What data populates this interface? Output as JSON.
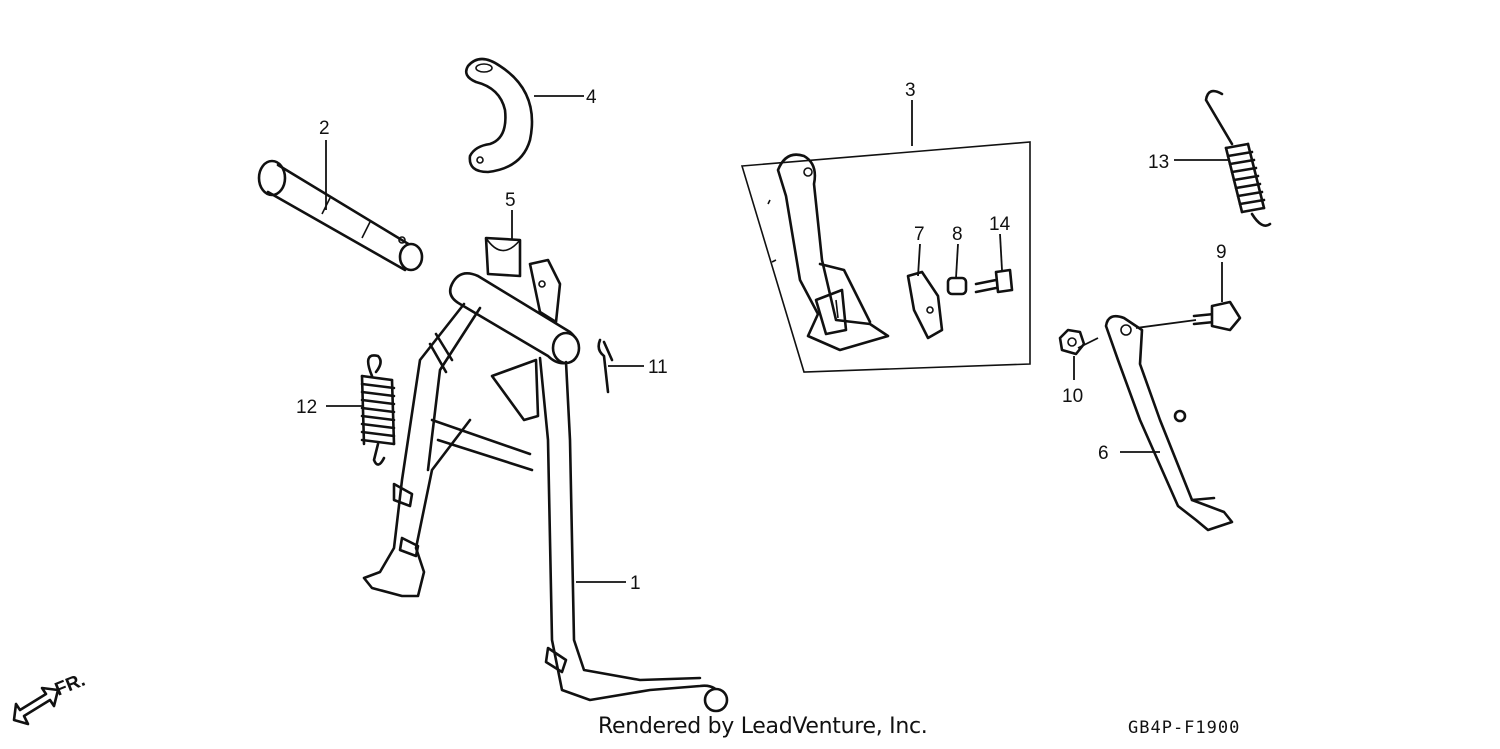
{
  "callouts": {
    "c1": "1",
    "c2": "2",
    "c3": "3",
    "c4": "4",
    "c5": "5",
    "c6": "6",
    "c7": "7",
    "c8": "8",
    "c9": "9",
    "c10": "10",
    "c11": "11",
    "c12": "12",
    "c13": "13",
    "c14": "14"
  },
  "direction_label": "FR.",
  "footer": {
    "credit": "Rendered by LeadVenture, Inc.",
    "code": "GB4P-F1900"
  }
}
